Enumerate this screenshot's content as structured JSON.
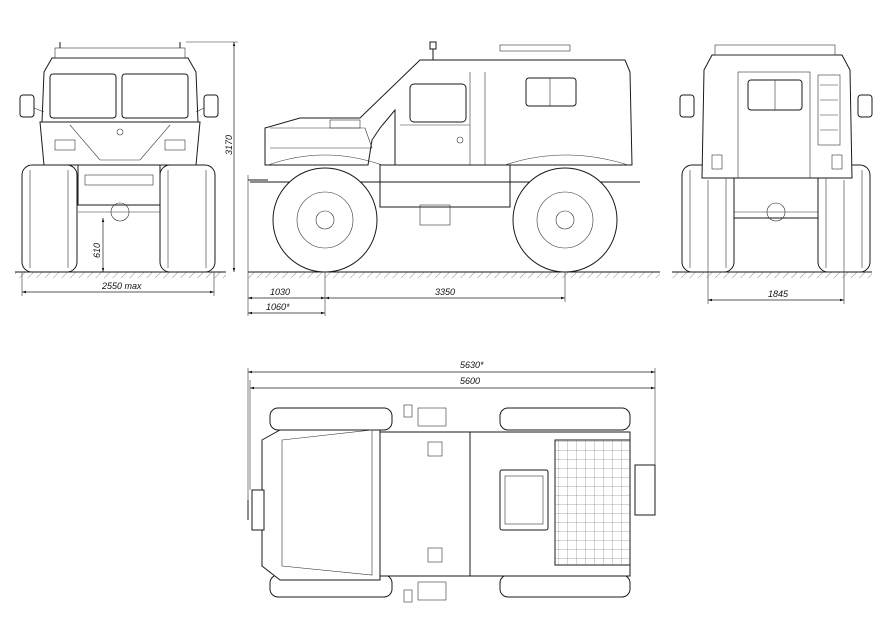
{
  "drawing": {
    "views": [
      "front",
      "side",
      "rear",
      "top"
    ],
    "line_color": "#1a1a1a",
    "background": "#ffffff"
  },
  "dimensions": {
    "front_width": "2550 max",
    "height": "3170",
    "ground_clearance": "610",
    "front_overhang": "1030",
    "front_overhang_alt": "1060*",
    "wheelbase": "3350",
    "track": "1845",
    "length_alt": "5630*",
    "length": "5600"
  }
}
